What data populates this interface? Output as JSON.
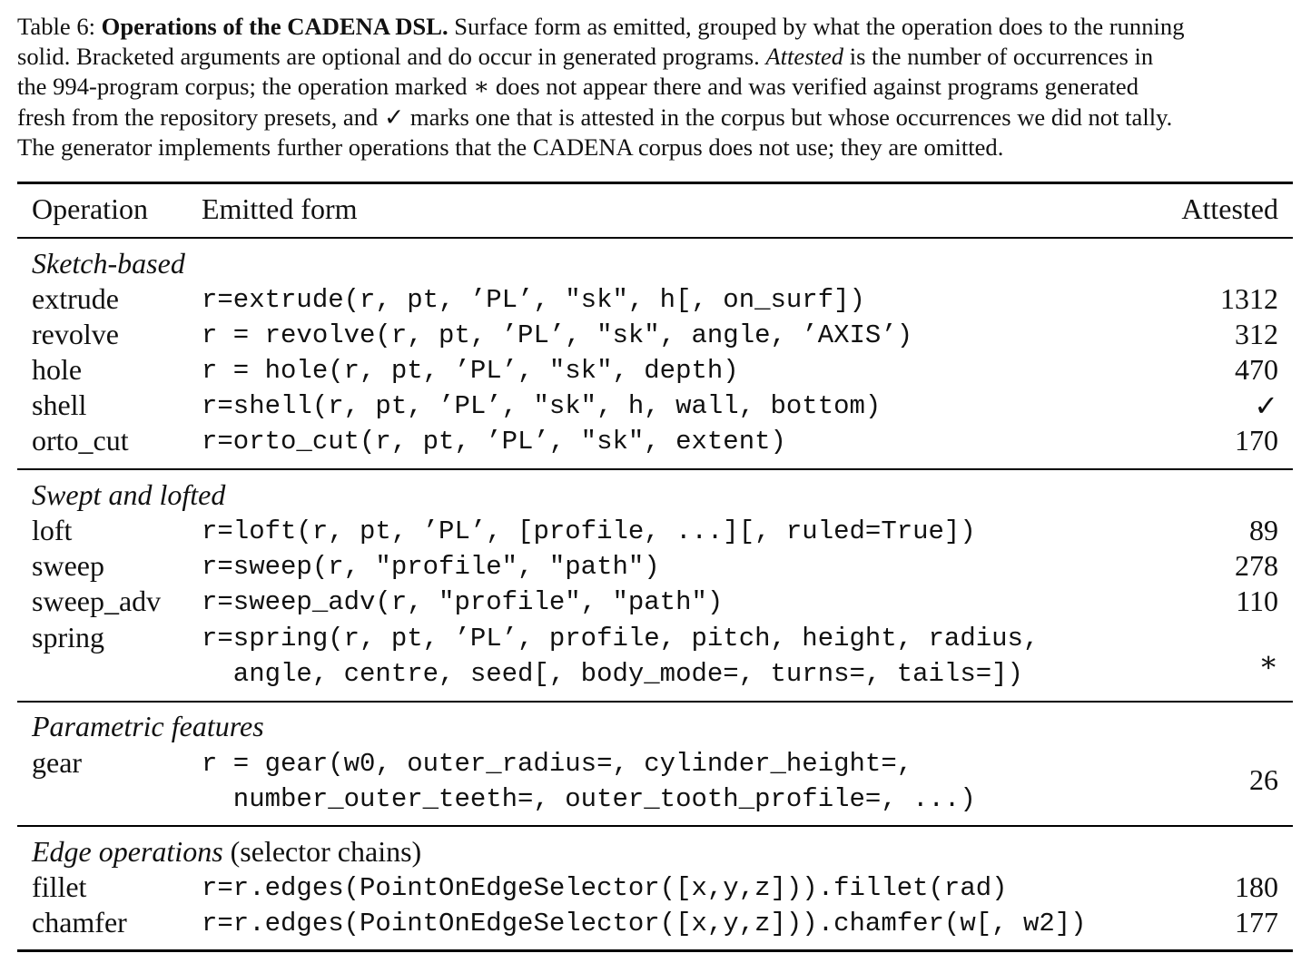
{
  "caption": {
    "label": "Table 6: ",
    "bold": "Operations of the CADENA DSL.",
    "l1_rest": " Surface form as emitted, grouped by what the operation does to the running",
    "l2": "solid. Bracketed arguments are optional and do occur in generated programs. ",
    "l2_italic": "Attested",
    "l2_rest": " is the number of occurrences in",
    "l3": "the 994-program corpus; the operation marked ∗ does not appear there and was verified against programs generated",
    "l4": "fresh from the repository presets, and ✓ marks one that is attested in the corpus but whose occurrences we did not tally.",
    "l5": "The generator implements further operations that the CADENA corpus does not use; they are omitted."
  },
  "table": {
    "headers": [
      "Operation",
      "Emitted form",
      "Attested"
    ],
    "groups": [
      {
        "title": "Sketch-based",
        "title_suffix": "",
        "rows": [
          {
            "op": "extrude",
            "code": [
              "r=extrude(r, pt, ’PL’, \"sk\", h[, on_surf])"
            ],
            "attested": "1312"
          },
          {
            "op": "revolve",
            "code": [
              "r = revolve(r, pt, ’PL’, \"sk\", angle, ’AXIS’)"
            ],
            "attested": "312"
          },
          {
            "op": "hole",
            "code": [
              "r = hole(r, pt, ’PL’, \"sk\", depth)"
            ],
            "attested": "470"
          },
          {
            "op": "shell",
            "code": [
              "r=shell(r, pt, ’PL’, \"sk\", h, wall, bottom)"
            ],
            "attested": "✓"
          },
          {
            "op": "orto_cut",
            "code": [
              "r=orto_cut(r, pt, ’PL’, \"sk\", extent)"
            ],
            "attested": "170"
          }
        ]
      },
      {
        "title": "Swept and lofted",
        "title_suffix": "",
        "rows": [
          {
            "op": "loft",
            "code": [
              "r=loft(r, pt, ’PL’, [profile, ...][, ruled=True])"
            ],
            "attested": "89"
          },
          {
            "op": "sweep",
            "code": [
              "r=sweep(r, \"profile\", \"path\")"
            ],
            "attested": "278"
          },
          {
            "op": "sweep_adv",
            "code": [
              "r=sweep_adv(r, \"profile\", \"path\")"
            ],
            "attested": "110"
          },
          {
            "op": "spring",
            "code": [
              "r=spring(r, pt, ’PL’, profile, pitch, height, radius,",
              "  angle, centre, seed[, body_mode=, turns=, tails=])"
            ],
            "attested": "∗"
          }
        ]
      },
      {
        "title": "Parametric features",
        "title_suffix": "",
        "rows": [
          {
            "op": "gear",
            "code": [
              "r = gear(w0, outer_radius=, cylinder_height=,",
              "  number_outer_teeth=, outer_tooth_profile=, ...)"
            ],
            "attested": "26"
          }
        ]
      },
      {
        "title": "Edge operations",
        "title_suffix": " (selector chains)",
        "rows": [
          {
            "op": "fillet",
            "code": [
              "r=r.edges(PointOnEdgeSelector([x,y,z])).fillet(rad)"
            ],
            "attested": "180"
          },
          {
            "op": "chamfer",
            "code": [
              "r=r.edges(PointOnEdgeSelector([x,y,z])).chamfer(w[, w2])"
            ],
            "attested": "177"
          }
        ]
      }
    ]
  }
}
